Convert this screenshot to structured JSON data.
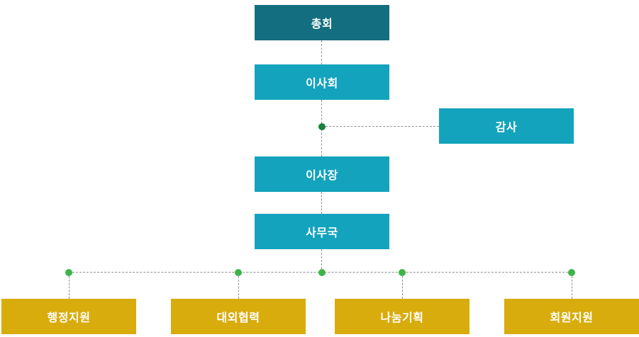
{
  "org": {
    "type": "org-chart",
    "nodes": {
      "general_assembly": {
        "label": "총회"
      },
      "board_of_directors": {
        "label": "이사회"
      },
      "auditor": {
        "label": "감사"
      },
      "chairman": {
        "label": "이사장"
      },
      "secretariat": {
        "label": "사무국"
      },
      "admin_support": {
        "label": "행정지원"
      },
      "external_cooperation": {
        "label": "대외협력"
      },
      "sharing_planning": {
        "label": "나눔기획"
      },
      "member_support": {
        "label": "회원지원"
      }
    },
    "edges": [
      [
        "총회",
        "이사회"
      ],
      [
        "이사회",
        "이사장"
      ],
      [
        "이사회-이사장 연결선",
        "감사"
      ],
      [
        "이사장",
        "사무국"
      ],
      [
        "사무국",
        "행정지원"
      ],
      [
        "사무국",
        "대외협력"
      ],
      [
        "사무국",
        "나눔기획"
      ],
      [
        "사무국",
        "회원지원"
      ]
    ],
    "colors": {
      "top_box": "#136f7f",
      "teal_box": "#13a3bd",
      "department_box": "#d9ac0d",
      "rail_dot": "#3cb44a",
      "junction_dot": "#17813f",
      "connector_line": "#8f8f8f",
      "box_text": "#ffffff"
    }
  }
}
